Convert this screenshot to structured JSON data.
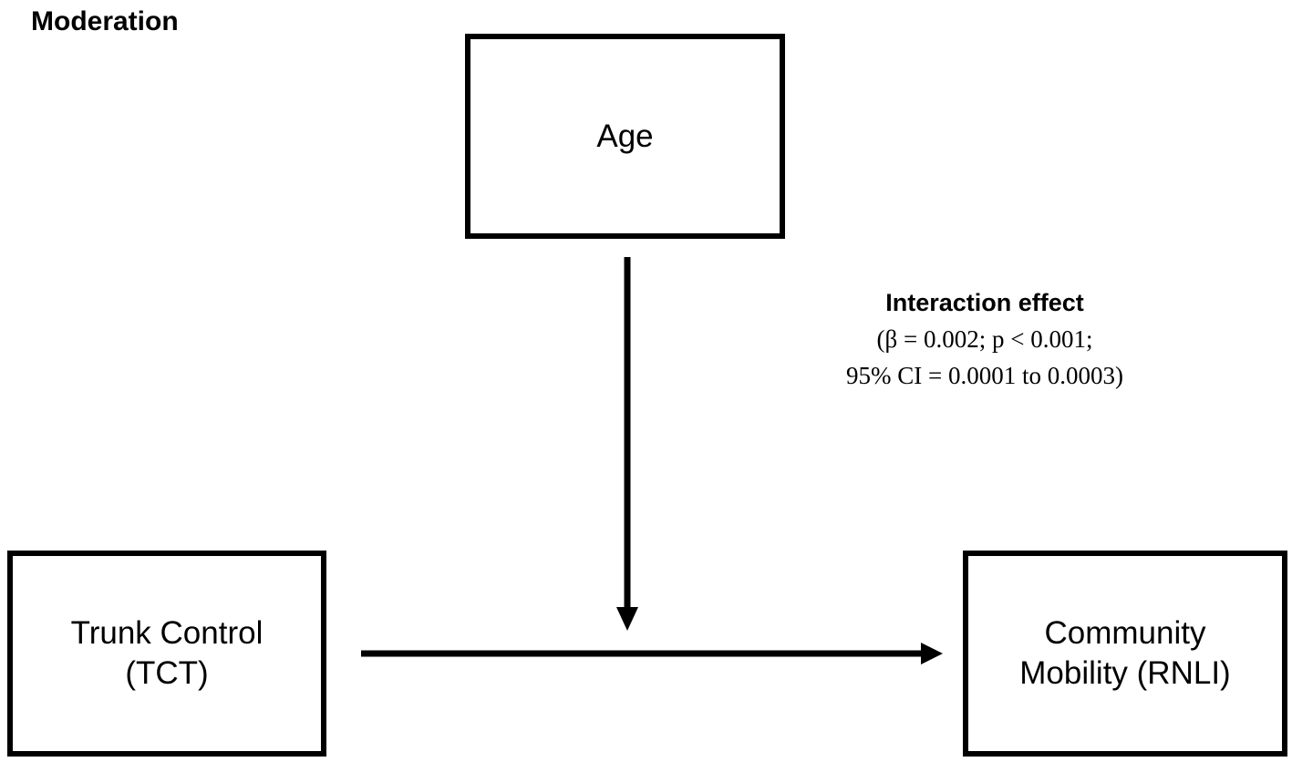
{
  "title": "Moderation",
  "nodes": {
    "moderator": {
      "lines": [
        "Age"
      ]
    },
    "predictor": {
      "lines": [
        "Trunk Control",
        "(TCT)"
      ]
    },
    "outcome": {
      "lines": [
        "Community",
        "Mobility (RNLI)"
      ]
    }
  },
  "interaction": {
    "label": "Interaction effect",
    "stats_line1": "(β = 0.002; p < 0.001;",
    "stats_line2": "95% CI = 0.0001 to 0.0003)"
  },
  "colors": {
    "stroke": "#000000",
    "background": "#ffffff"
  }
}
